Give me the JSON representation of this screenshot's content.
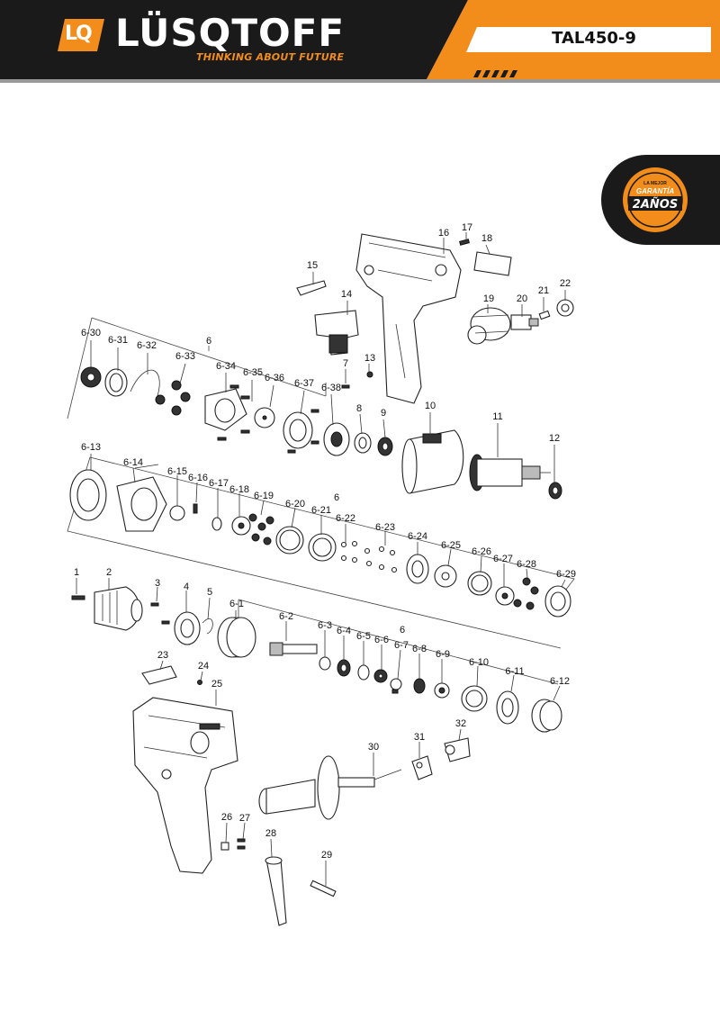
{
  "header": {
    "brand": "LÜSQTOFF",
    "logo_mark": "LQ",
    "tagline": "THINKING ABOUT FUTURE",
    "model": "TAL450-9",
    "colors": {
      "dark": "#1a1a1a",
      "accent": "#f28c1b"
    }
  },
  "badge": {
    "line1": "LA MEJOR",
    "line2": "GARANTÍA",
    "line3": "2AÑOS",
    "icon": "warranty-seal-icon"
  },
  "labels": {
    "p1": "1",
    "p2": "2",
    "p3": "3",
    "p4": "4",
    "p5": "5",
    "p7": "7",
    "p8": "8",
    "p9": "9",
    "p10": "10",
    "p11": "11",
    "p12": "12",
    "p13": "13",
    "p14": "14",
    "p15": "15",
    "p16": "16",
    "p17": "17",
    "p18": "18",
    "p19": "19",
    "p20": "20",
    "p21": "21",
    "p22": "22",
    "p23": "23",
    "p24": "24",
    "p25": "25",
    "p26": "26",
    "p27": "27",
    "p28": "28",
    "p29": "29",
    "p30": "30",
    "p31": "31",
    "p32": "32",
    "g_top": "6",
    "g_mid": "6",
    "g_bot": "6",
    "s630": "6-30",
    "s631": "6-31",
    "s632": "6-32",
    "s633": "6-33",
    "s634": "6-34",
    "s635": "6-35",
    "s636": "6-36",
    "s637": "6-37",
    "s638": "6-38",
    "s613": "6-13",
    "s614": "6-14",
    "s615": "6-15",
    "s616": "6-16",
    "s617": "6-17",
    "s618": "6-18",
    "s619": "6-19",
    "s620": "6-20",
    "s621": "6-21",
    "s622": "6-22",
    "s623": "6-23",
    "s624": "6-24",
    "s625": "6-25",
    "s626": "6-26",
    "s627": "6-27",
    "s628": "6-28",
    "s629": "6-29",
    "s61": "6-1",
    "s62": "6-2",
    "s63": "6-3",
    "s64": "6-4",
    "s65": "6-5",
    "s66": "6-6",
    "s67": "6-7",
    "s68": "6-8",
    "s69": "6-9",
    "s610": "6-10",
    "s611": "6-11",
    "s612": "6-12"
  }
}
